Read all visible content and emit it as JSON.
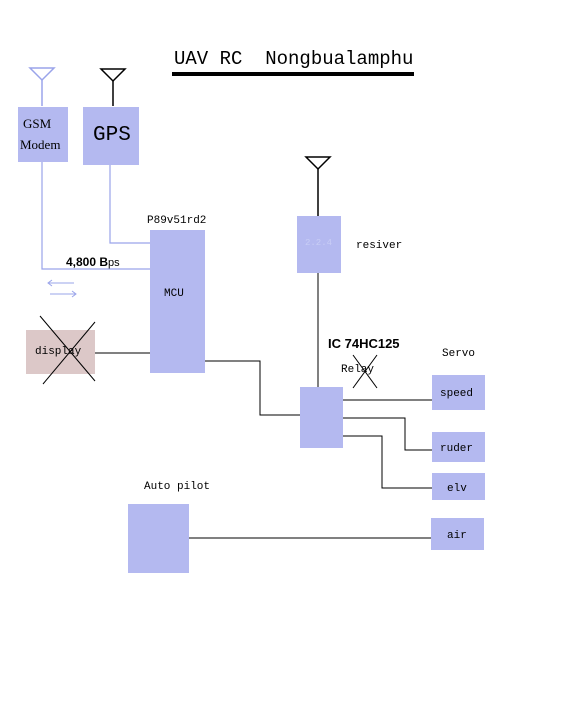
{
  "title": "UAV RC  Nongbualamphu",
  "colors": {
    "block": "#b4b9f0",
    "display_block": "#dcc8c8",
    "wire": "#000000",
    "gsm_wire": "#9aa4ea",
    "ghost_text": "#c8cdf5"
  },
  "blocks": {
    "gsm": {
      "line1": "GSM",
      "line2": "Modem"
    },
    "gps": {
      "label": "GPS"
    },
    "mcu": {
      "label": "MCU",
      "chip": "P89v51rd2"
    },
    "receiver": {
      "inner": "2.2.4",
      "label": "resiver"
    },
    "display": {
      "label": "display"
    },
    "relay": {
      "ic": "IC 74HC125",
      "label": "Relay"
    },
    "autopilot": {
      "label": "Auto pilot"
    },
    "servo": {
      "title": "Servo"
    },
    "outputs": {
      "speed": "speed",
      "ruder": "ruder",
      "elv": "elv",
      "air": "air"
    }
  },
  "baud": {
    "value": "4,800 B",
    "unit": "ps"
  }
}
